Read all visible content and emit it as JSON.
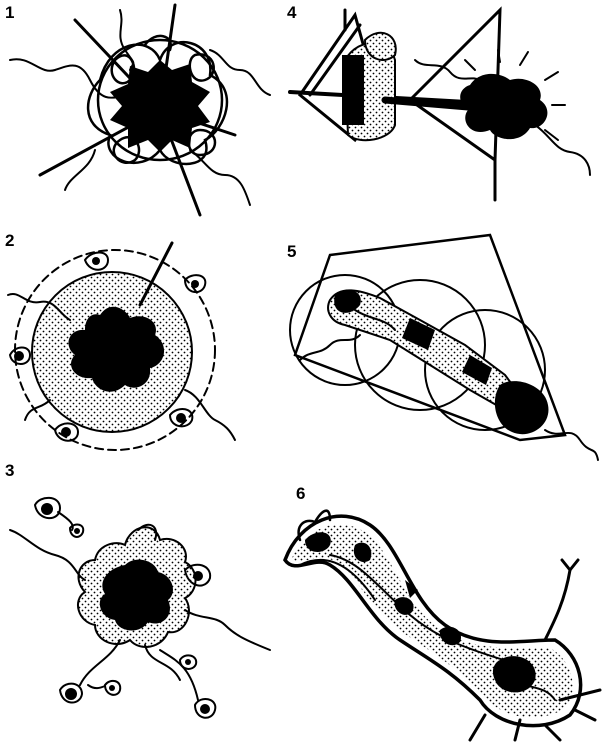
{
  "figure": {
    "panels": [
      {
        "number": "1"
      },
      {
        "number": "2"
      },
      {
        "number": "3"
      },
      {
        "number": "4"
      },
      {
        "number": "5"
      },
      {
        "number": "6"
      }
    ]
  },
  "colors": {
    "ink": "#000000",
    "background": "#ffffff",
    "stipple": "#000000"
  }
}
